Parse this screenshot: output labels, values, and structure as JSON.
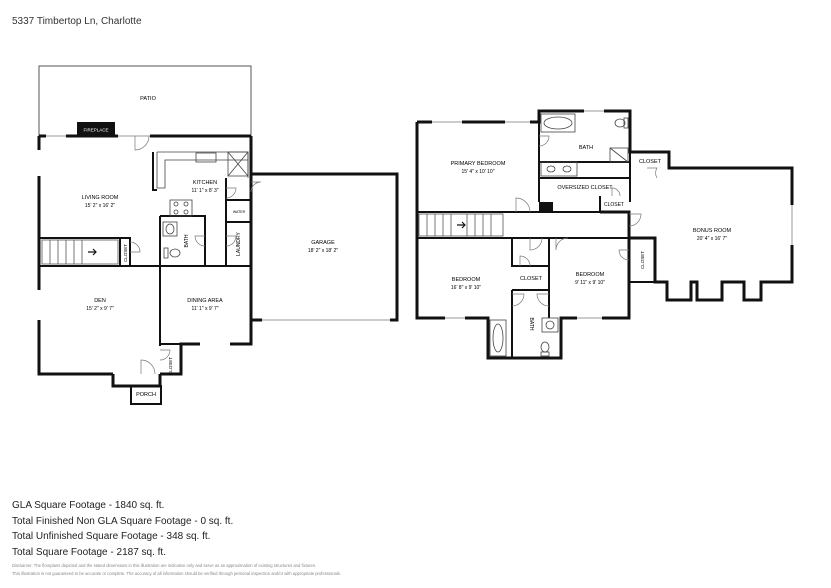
{
  "address": "5337 Timbertop Ln, Charlotte",
  "rooms": {
    "patio": "PATIO",
    "fireplace": "FIREPLACE",
    "living_room": "LIVING ROOM",
    "living_room_dim": "15' 2\" x 16' 2\"",
    "kitchen": "KITCHEN",
    "kitchen_dim": "11' 1\" x 8' 3\"",
    "bath": "BATH",
    "laundry": "LAUNDRY",
    "closet": "CLOSET",
    "den": "DEN",
    "den_dim": "15' 2\" x 9' 7\"",
    "dining_area": "DINING AREA",
    "dining_area_dim": "11' 1\" x 9' 7\"",
    "porch": "PORCH",
    "garage": "GARAGE",
    "garage_dim": "18' 2\" x 18' 2\"",
    "primary_bedroom": "PRIMARY BEDROOM",
    "primary_bedroom_dim": "15' 4\" x 10' 10\"",
    "oversized_closet": "OVERSIZED CLOSET",
    "bonus_room": "BONUS ROOM",
    "bonus_room_dim": "20' 4\" x 16' 7\"",
    "bedroom": "BEDROOM",
    "bedroom1_dim": "16' 8\" x 9' 10\"",
    "bedroom2_dim": "9' 11\" x 9' 10\"",
    "water_heater": "WATER"
  },
  "stats": {
    "gla": "GLA Square Footage - 1840 sq. ft.",
    "finished_non_gla": "Total Finished Non GLA Square Footage - 0 sq. ft.",
    "unfinished": "Total Unfinished Square Footage - 348 sq. ft.",
    "total": "Total Square Footage - 2187 sq. ft."
  },
  "disclaimer": {
    "line1": "Disclaimer: The floorplans depicted and the stated dimensions in this illustration are indicative only and serve as an approximation of existing structures and fixtures.",
    "line2": "This illustration is not guaranteed to be accurate or complete. The accuracy of all information should be verified through personal inspection and/or with appropriate professionals."
  }
}
